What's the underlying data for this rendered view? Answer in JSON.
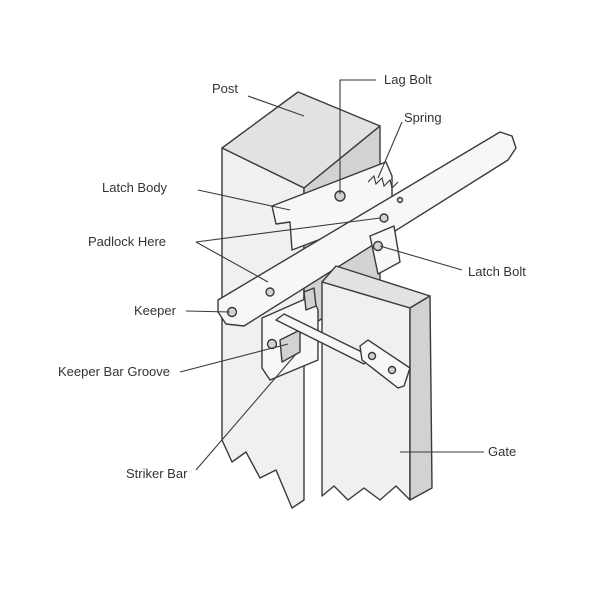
{
  "labels": {
    "post": "Post",
    "lag_bolt": "Lag Bolt",
    "spring": "Spring",
    "latch_body": "Latch Body",
    "padlock_here": "Padlock Here",
    "latch_bolt": "Latch Bolt",
    "keeper": "Keeper",
    "keeper_bar_groove": "Keeper Bar Groove",
    "gate": "Gate",
    "striker_bar": "Striker Bar"
  },
  "colors": {
    "face_light": "#f0f0f0",
    "face_mid": "#e2e2e2",
    "face_dark": "#d2d2d2",
    "metal": "#f7f7f7",
    "stroke": "#3a3a3a"
  }
}
